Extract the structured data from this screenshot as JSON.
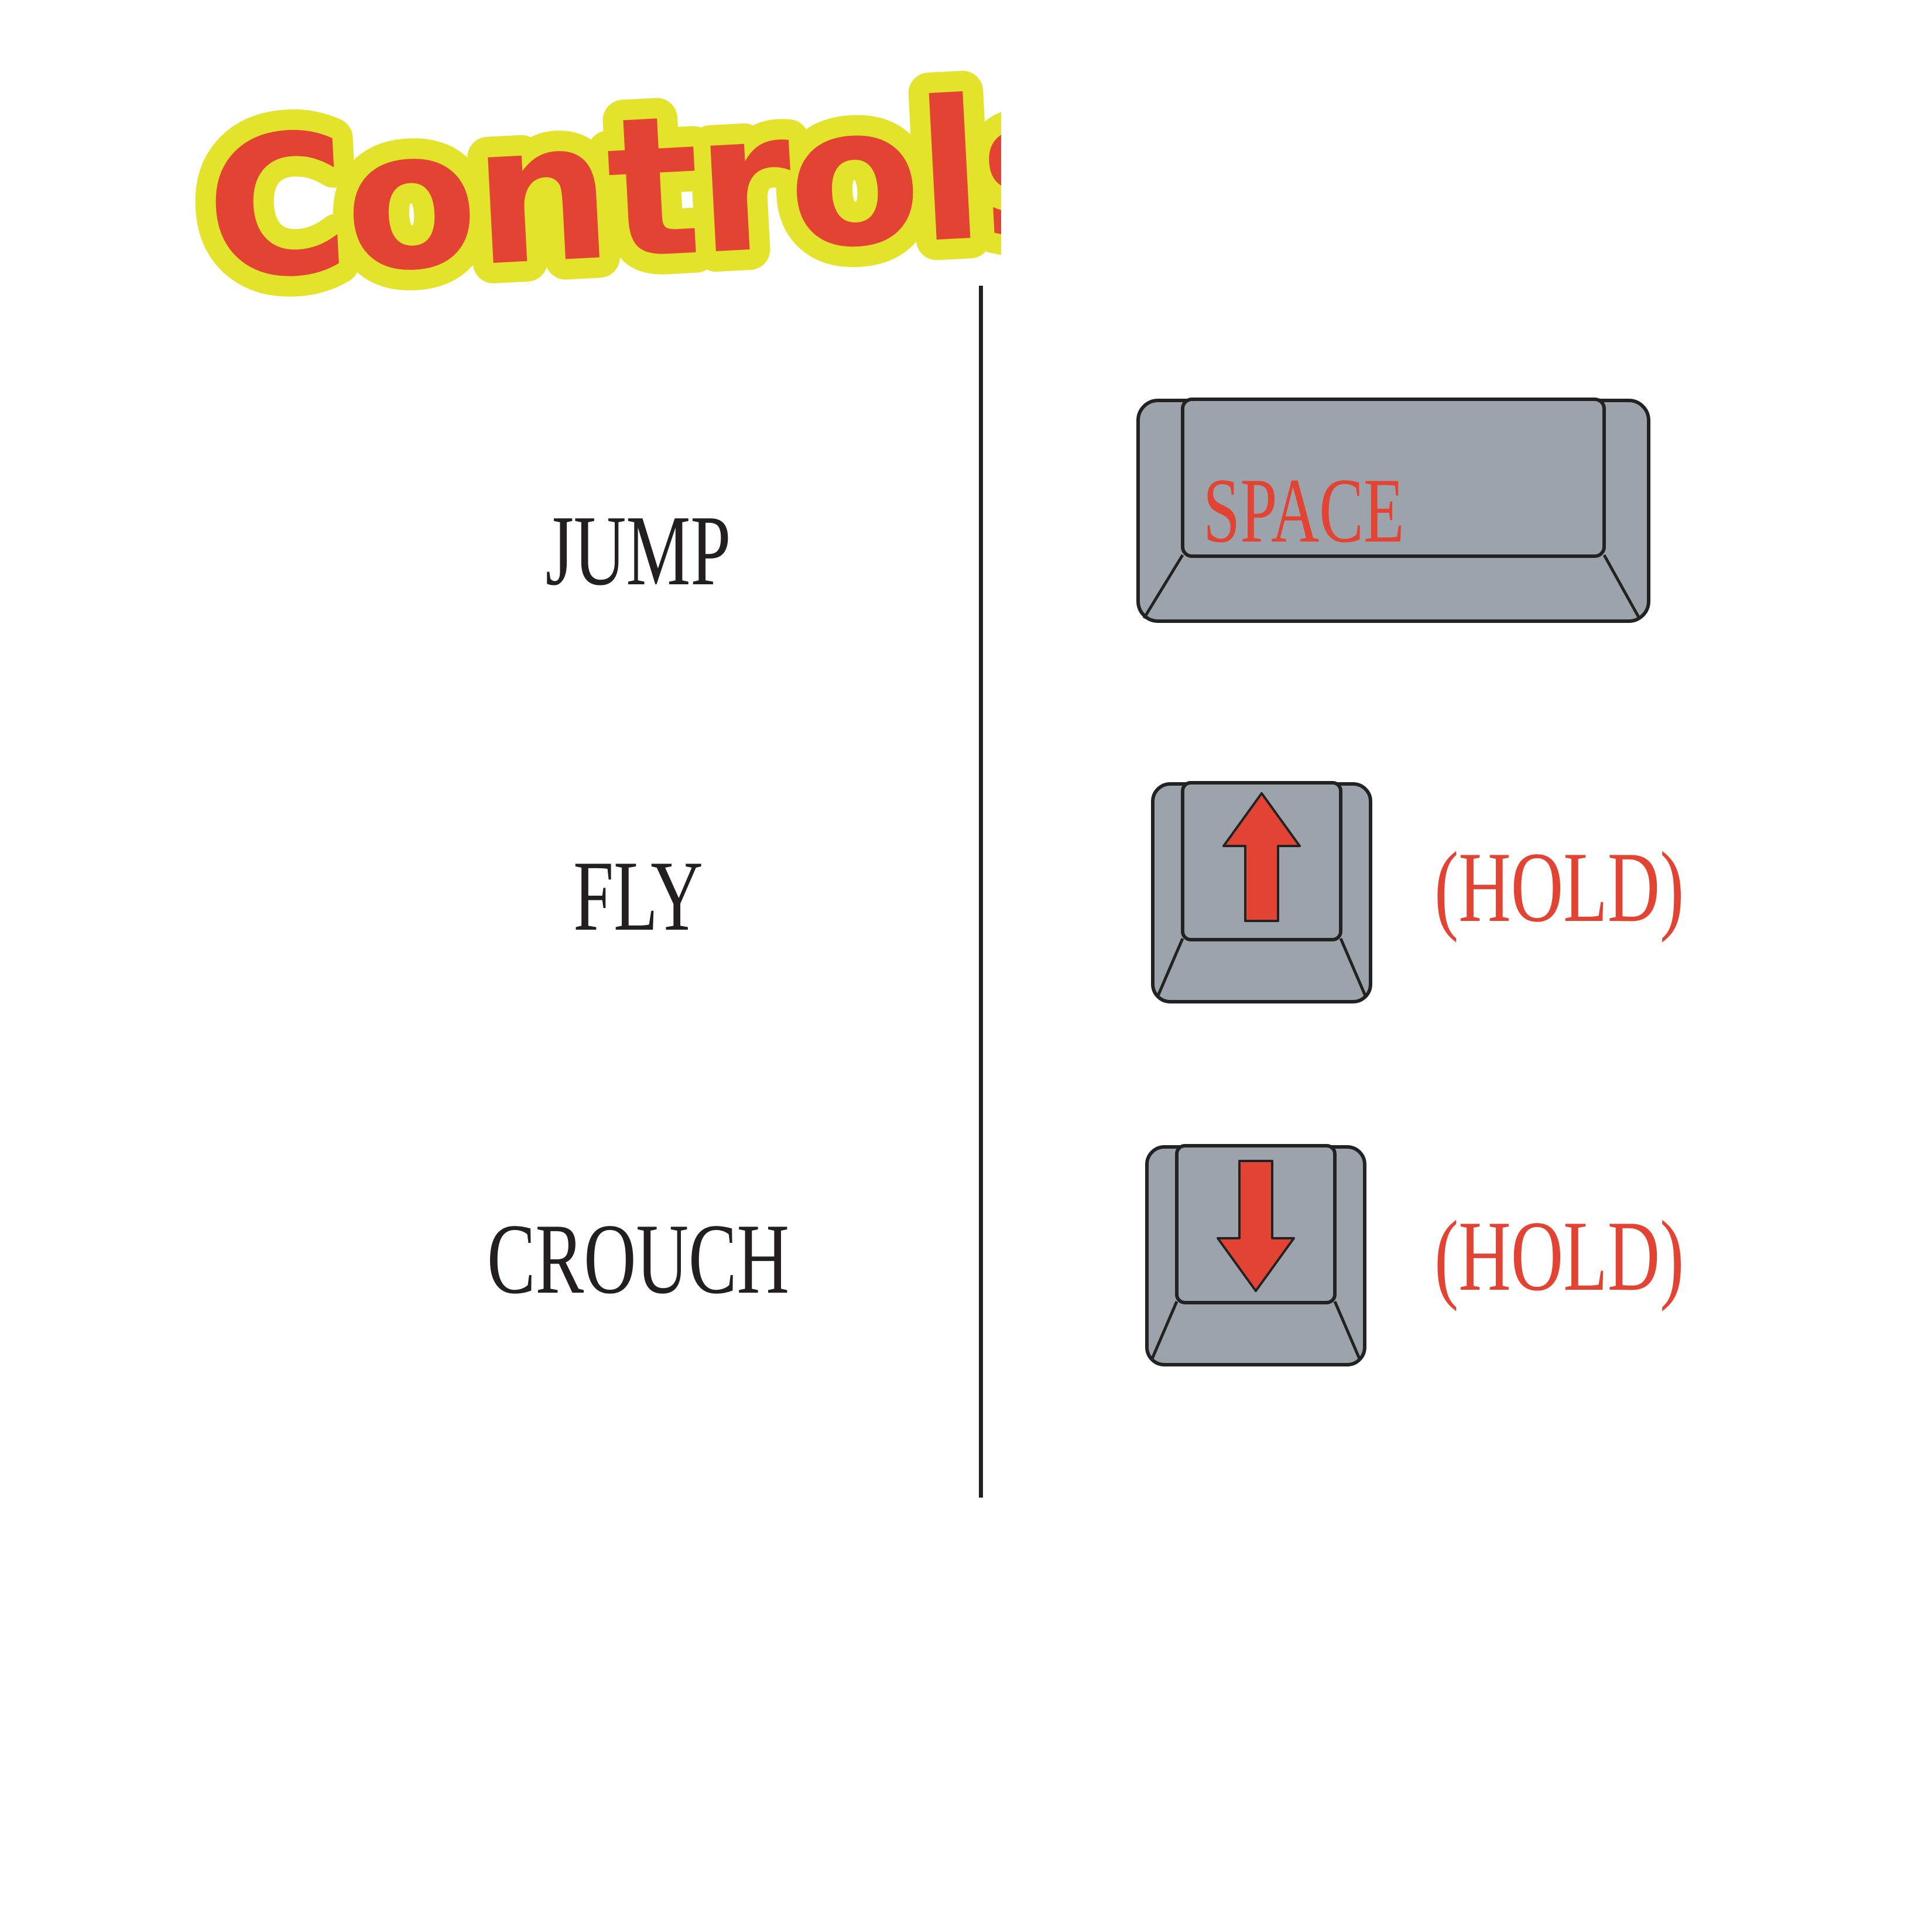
{
  "title": "Controls",
  "colors": {
    "title_fill": "#e34333",
    "title_outline": "#e4e32b",
    "key_body": "#9ca3ab",
    "key_stroke": "#222222",
    "accent": "#e34333",
    "text": "#231f20"
  },
  "controls": [
    {
      "action": "JUMP",
      "key_label": "SPACE",
      "key_icon": "spacebar-key",
      "modifier": ""
    },
    {
      "action": "FLY",
      "key_label": "",
      "key_icon": "arrow-up-icon",
      "modifier": "(HOLD)"
    },
    {
      "action": "CROUCH",
      "key_label": "",
      "key_icon": "arrow-down-icon",
      "modifier": "(HOLD)"
    }
  ]
}
